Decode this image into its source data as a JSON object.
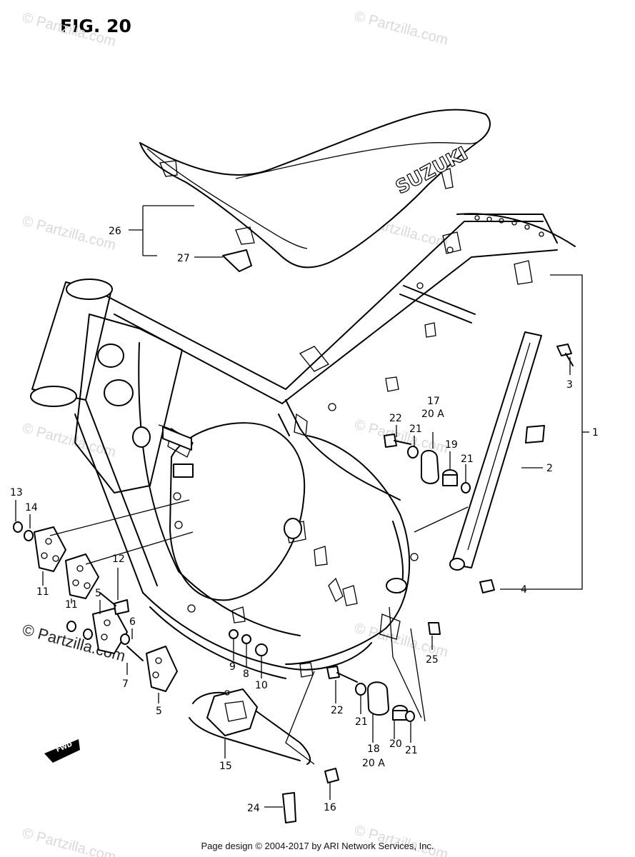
{
  "figure": {
    "title": "FIG. 20",
    "seat_brand": "SUZUKI",
    "front_arrow_label": "FWD"
  },
  "callouts": [
    "1",
    "2",
    "3",
    "4",
    "5",
    "5",
    "6",
    "7",
    "8",
    "9",
    "10",
    "11",
    "11",
    "12",
    "13",
    "14",
    "15",
    "16",
    "17",
    "20 A",
    "18",
    "20 A",
    "19",
    "20",
    "21",
    "21",
    "21",
    "21",
    "22",
    "22",
    "24",
    "25",
    "26",
    "27"
  ],
  "watermarks": [
    "© Partzilla.com",
    "© Partzilla.com",
    "© Partzilla.com",
    "© Partzilla.com",
    "© Partzilla.com",
    "© Partzilla.com",
    "© Partzilla.com",
    "© Partzilla.com",
    "© Partzilla.com",
    "© Partzilla.com"
  ],
  "footer": "Page design © 2004-2017 by ARI Network Services, Inc."
}
